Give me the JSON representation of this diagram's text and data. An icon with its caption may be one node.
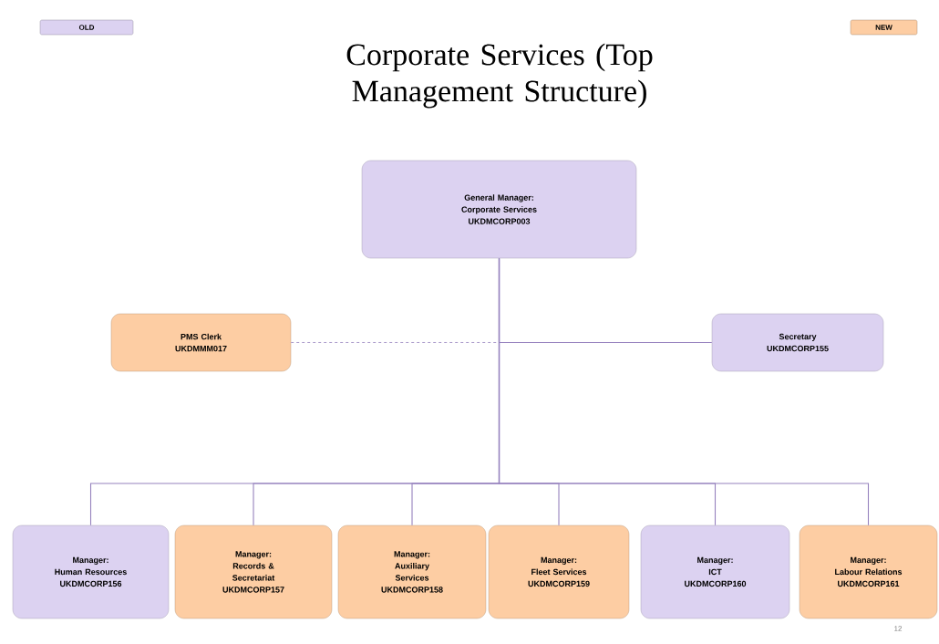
{
  "diagram": {
    "title": "Corporate Services (Top Management Structure)",
    "nodes": [
      {
        "text": [
          "General Manager:",
          "Corporate Services",
          "UKDMCORP003"
        ]
      },
      {
        "text": [
          "PMS Clerk",
          "UKDMMM017"
        ]
      },
      {
        "text": [
          "Secretary",
          "UKDMCORP155"
        ]
      },
      {
        "text": [
          "Manager:",
          "Human Resources",
          "UKDMCORP156"
        ]
      },
      {
        "text": [
          "Manager:",
          "Records & Secretariat",
          "UKDMCORP157"
        ]
      },
      {
        "text": [
          "Manager:",
          "Auxiliary Services",
          "UKDMCORP158"
        ]
      },
      {
        "text": [
          "Manager:",
          "Fleet Services",
          "UKDMCORP159"
        ]
      },
      {
        "text": [
          "Manager:",
          "ICT",
          "UKDMCORP160"
        ]
      },
      {
        "text": [
          "Manager:",
          "Labour Relations",
          "UKDMCORP161"
        ]
      }
    ],
    "edges": [
      {
        "from": 0,
        "to": 2,
        "arrow": "none"
      },
      {
        "from": 1,
        "to": 0,
        "arrow": "none",
        "style": "dashed"
      },
      {
        "from": 0,
        "to": 3,
        "arrow": "none"
      },
      {
        "from": 0,
        "to": 4,
        "arrow": "none"
      },
      {
        "from": 0,
        "to": 5,
        "arrow": "none"
      },
      {
        "from": 0,
        "to": 6,
        "arrow": "none"
      },
      {
        "from": 0,
        "to": 7,
        "arrow": "none"
      },
      {
        "from": 0,
        "to": 8,
        "arrow": "none"
      }
    ],
    "labels": [
      "12"
    ],
    "legend": [
      {
        "text": "OLD",
        "color": "#dcd2f1"
      },
      {
        "text": "NEW",
        "color": "#fdcda3"
      }
    ]
  }
}
